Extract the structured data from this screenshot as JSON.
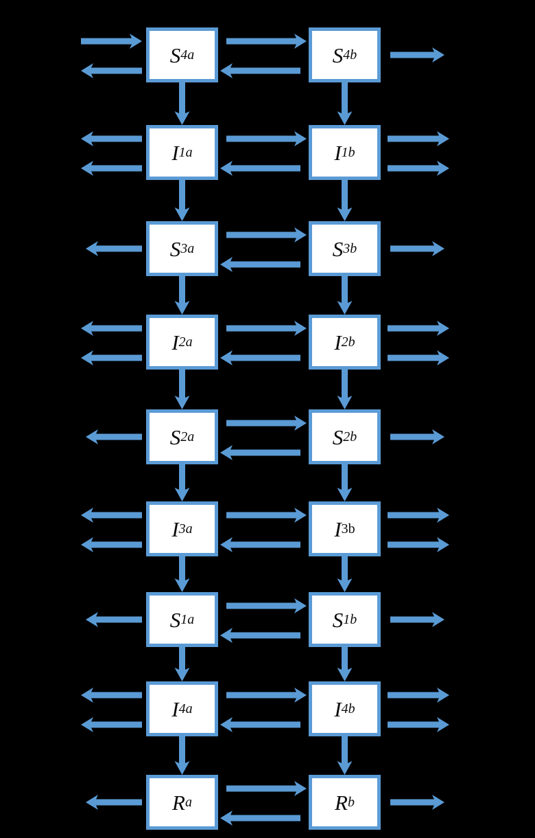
{
  "diagram": {
    "type": "compartmental-flow-diagram",
    "title": "",
    "accent_color": "#5B9BD5",
    "box_fill": "#FFFFFF",
    "background": "#000000",
    "label_color": "#0D0D0D",
    "columns": [
      "a",
      "b"
    ],
    "rows": [
      {
        "id": "S4",
        "kind": "S",
        "a": {
          "base": "S",
          "sub": "4a",
          "sub_style": "italic"
        },
        "b": {
          "base": "S",
          "sub": "4b",
          "sub_style": "italic"
        },
        "left_arrows": [
          {
            "dir": "right",
            "role": "inflow"
          },
          {
            "dir": "left",
            "role": "outflow"
          }
        ],
        "right_arrows": [
          {
            "dir": "right",
            "role": "outflow"
          }
        ],
        "middle_arrows": [
          {
            "dir": "right",
            "role": "a-to-b"
          },
          {
            "dir": "left",
            "role": "b-to-a"
          }
        ],
        "down_arrow": true
      },
      {
        "id": "I1",
        "kind": "I",
        "a": {
          "base": "I",
          "sub": "1a",
          "sub_style": "italic"
        },
        "b": {
          "base": "I",
          "sub": "1b",
          "sub_style": "italic"
        },
        "left_arrows": [
          {
            "dir": "left",
            "role": "outflow"
          },
          {
            "dir": "left",
            "role": "outflow"
          }
        ],
        "right_arrows": [
          {
            "dir": "right",
            "role": "outflow"
          },
          {
            "dir": "right",
            "role": "outflow"
          }
        ],
        "middle_arrows": [
          {
            "dir": "right",
            "role": "a-to-b"
          },
          {
            "dir": "left",
            "role": "b-to-a"
          }
        ],
        "down_arrow": true
      },
      {
        "id": "S3",
        "kind": "S",
        "a": {
          "base": "S",
          "sub": "3a",
          "sub_style": "italic"
        },
        "b": {
          "base": "S",
          "sub": "3b",
          "sub_style": "italic"
        },
        "left_arrows": [
          {
            "dir": "left",
            "role": "outflow"
          }
        ],
        "right_arrows": [
          {
            "dir": "right",
            "role": "outflow"
          }
        ],
        "middle_arrows": [
          {
            "dir": "right",
            "role": "a-to-b"
          },
          {
            "dir": "left",
            "role": "b-to-a"
          }
        ],
        "down_arrow": true
      },
      {
        "id": "I2",
        "kind": "I",
        "a": {
          "base": "I",
          "sub": "2a",
          "sub_style": "italic"
        },
        "b": {
          "base": "I",
          "sub": "2b",
          "sub_style": "italic"
        },
        "left_arrows": [
          {
            "dir": "left",
            "role": "outflow"
          },
          {
            "dir": "left",
            "role": "outflow"
          }
        ],
        "right_arrows": [
          {
            "dir": "right",
            "role": "outflow"
          },
          {
            "dir": "right",
            "role": "outflow"
          }
        ],
        "middle_arrows": [
          {
            "dir": "right",
            "role": "a-to-b"
          },
          {
            "dir": "left",
            "role": "b-to-a"
          }
        ],
        "down_arrow": true
      },
      {
        "id": "S2",
        "kind": "S",
        "a": {
          "base": "S",
          "sub": "2a",
          "sub_style": "italic"
        },
        "b": {
          "base": "S",
          "sub": "2b",
          "sub_style": "italic"
        },
        "left_arrows": [
          {
            "dir": "left",
            "role": "outflow"
          }
        ],
        "right_arrows": [
          {
            "dir": "right",
            "role": "outflow"
          }
        ],
        "middle_arrows": [
          {
            "dir": "right",
            "role": "a-to-b"
          },
          {
            "dir": "left",
            "role": "b-to-a"
          }
        ],
        "down_arrow": true
      },
      {
        "id": "I3",
        "kind": "I",
        "a": {
          "base": "I",
          "sub": "3a",
          "sub_style": "italic"
        },
        "b": {
          "base": "I",
          "sub": "3b",
          "sub_style": "upright"
        },
        "left_arrows": [
          {
            "dir": "left",
            "role": "outflow"
          },
          {
            "dir": "left",
            "role": "outflow"
          }
        ],
        "right_arrows": [
          {
            "dir": "right",
            "role": "outflow"
          },
          {
            "dir": "right",
            "role": "outflow"
          }
        ],
        "middle_arrows": [
          {
            "dir": "right",
            "role": "a-to-b"
          },
          {
            "dir": "left",
            "role": "b-to-a"
          }
        ],
        "down_arrow": true
      },
      {
        "id": "S1",
        "kind": "S",
        "a": {
          "base": "S",
          "sub": "1a",
          "sub_style": "italic"
        },
        "b": {
          "base": "S",
          "sub": "1b",
          "sub_style": "italic"
        },
        "left_arrows": [
          {
            "dir": "left",
            "role": "outflow"
          }
        ],
        "right_arrows": [
          {
            "dir": "right",
            "role": "outflow"
          }
        ],
        "middle_arrows": [
          {
            "dir": "right",
            "role": "a-to-b"
          },
          {
            "dir": "left",
            "role": "b-to-a"
          }
        ],
        "down_arrow": true
      },
      {
        "id": "I4",
        "kind": "I",
        "a": {
          "base": "I",
          "sub": "4a",
          "sub_style": "italic"
        },
        "b": {
          "base": "I",
          "sub": "4b",
          "sub_style": "italic"
        },
        "left_arrows": [
          {
            "dir": "left",
            "role": "outflow"
          },
          {
            "dir": "left",
            "role": "outflow"
          }
        ],
        "right_arrows": [
          {
            "dir": "right",
            "role": "outflow"
          },
          {
            "dir": "right",
            "role": "outflow"
          }
        ],
        "middle_arrows": [
          {
            "dir": "right",
            "role": "a-to-b"
          },
          {
            "dir": "left",
            "role": "b-to-a"
          }
        ],
        "down_arrow": true
      },
      {
        "id": "R",
        "kind": "R",
        "a": {
          "base": "R",
          "sub": "a",
          "sub_style": "italic"
        },
        "b": {
          "base": "R",
          "sub": "b",
          "sub_style": "italic"
        },
        "left_arrows": [
          {
            "dir": "left",
            "role": "outflow"
          }
        ],
        "right_arrows": [
          {
            "dir": "right",
            "role": "outflow"
          }
        ],
        "middle_arrows": [
          {
            "dir": "right",
            "role": "a-to-b"
          },
          {
            "dir": "left",
            "role": "b-to-a"
          }
        ],
        "down_arrow": false
      }
    ]
  }
}
